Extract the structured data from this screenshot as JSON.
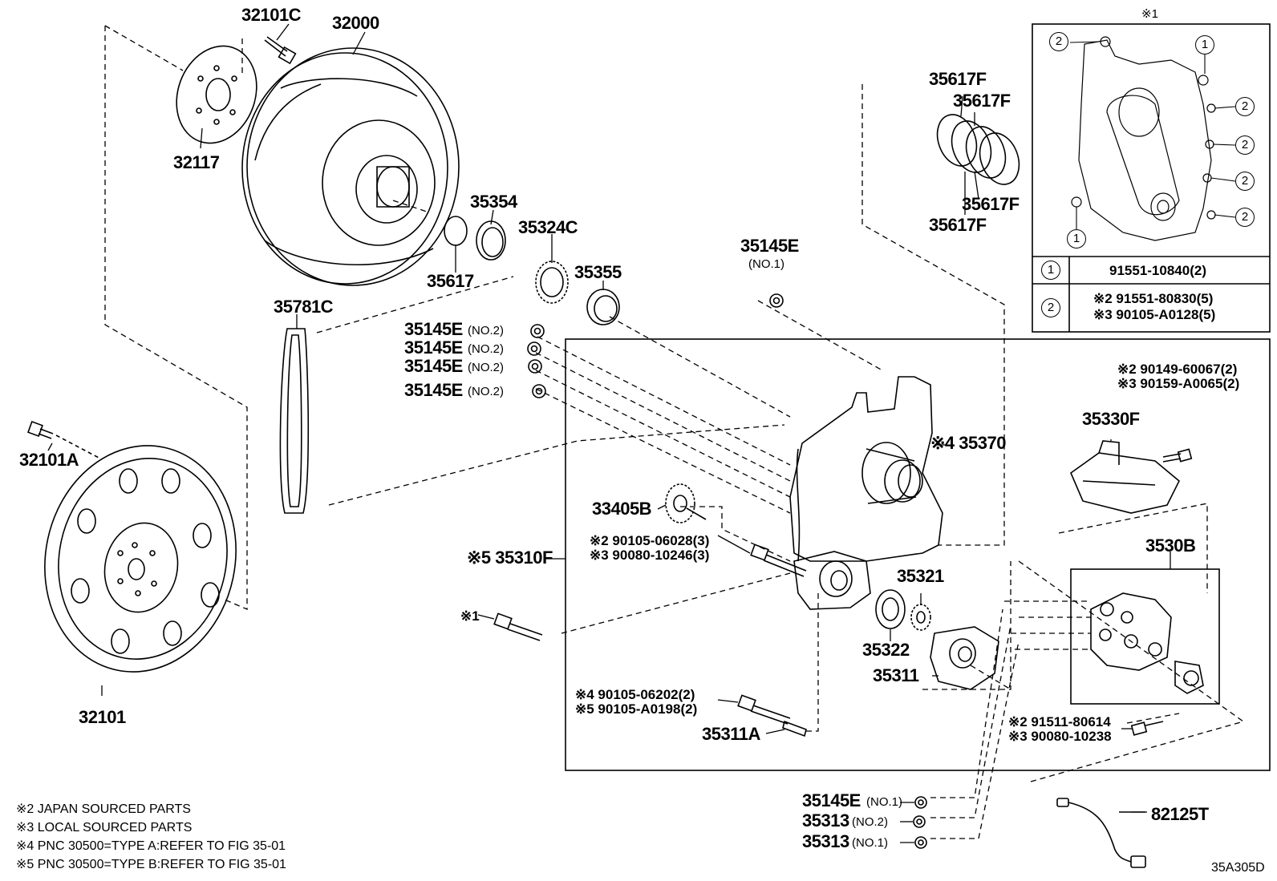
{
  "labels": {
    "p32101C": "32101C",
    "p32000": "32000",
    "p32117": "32117",
    "p35354": "35354",
    "p35617": "35617",
    "p35324C": "35324C",
    "p35355": "35355",
    "p35781C": "35781C",
    "p35145E_top": "35145E",
    "no1_top": "(NO.1)",
    "p35145E_a": "35145E",
    "p35145E_b": "35145E",
    "p35145E_c": "35145E",
    "p35145E_d": "35145E",
    "no2": "(NO.2)",
    "p35617F_1": "35617F",
    "p35617F_2": "35617F",
    "p35617F_3": "35617F",
    "p35617F_4": "35617F",
    "p35370": "※4 35370",
    "p33405B": "33405B",
    "p35310F": "※5 35310F",
    "s1_bolt": "※1",
    "p35321": "35321",
    "p35322": "35322",
    "p35311": "35311",
    "p35311A": "35311A",
    "p32101A": "32101A",
    "p32101": "32101",
    "p35330F": "35330F",
    "p3530B": "3530B",
    "p82125T": "82125T",
    "p35145E_bot": "35145E",
    "no1_bot": "(NO.1)",
    "p35313_no2": "35313",
    "no2_bot": "(NO.2)",
    "p35313_no1": "35313",
    "no1_bot2": "(NO.1)",
    "fig_code": "35A305D"
  },
  "part_numbers": {
    "bolt_upper_2": "※2 90105-06028(3)",
    "bolt_upper_3": "※3 90080-10246(3)",
    "bolt_lower_4": "※4 90105-06202(2)",
    "bolt_lower_5": "※5 90105-A0198(2)",
    "valve_bolt_2": "※2 90149-60067(2)",
    "valve_bolt_3": "※3 90159-A0065(2)",
    "solenoid_bolt_2": "※2 91511-80614",
    "solenoid_bolt_3": "※3 90080-10238"
  },
  "inset": {
    "title": "※1",
    "callouts": {
      "one": "1",
      "two": "2"
    },
    "table": [
      {
        "key": "1",
        "lines": [
          "91551-10840(2)"
        ]
      },
      {
        "key": "2",
        "lines": [
          "※2  91551-80830(5)",
          "※3  90105-A0128(5)"
        ]
      }
    ]
  },
  "notes": [
    "※2 JAPAN SOURCED PARTS",
    "※3 LOCAL SOURCED PARTS",
    "※4 PNC 30500=TYPE A:REFER TO FIG 35-01",
    "※5 PNC 30500=TYPE B:REFER TO FIG 35-01"
  ]
}
